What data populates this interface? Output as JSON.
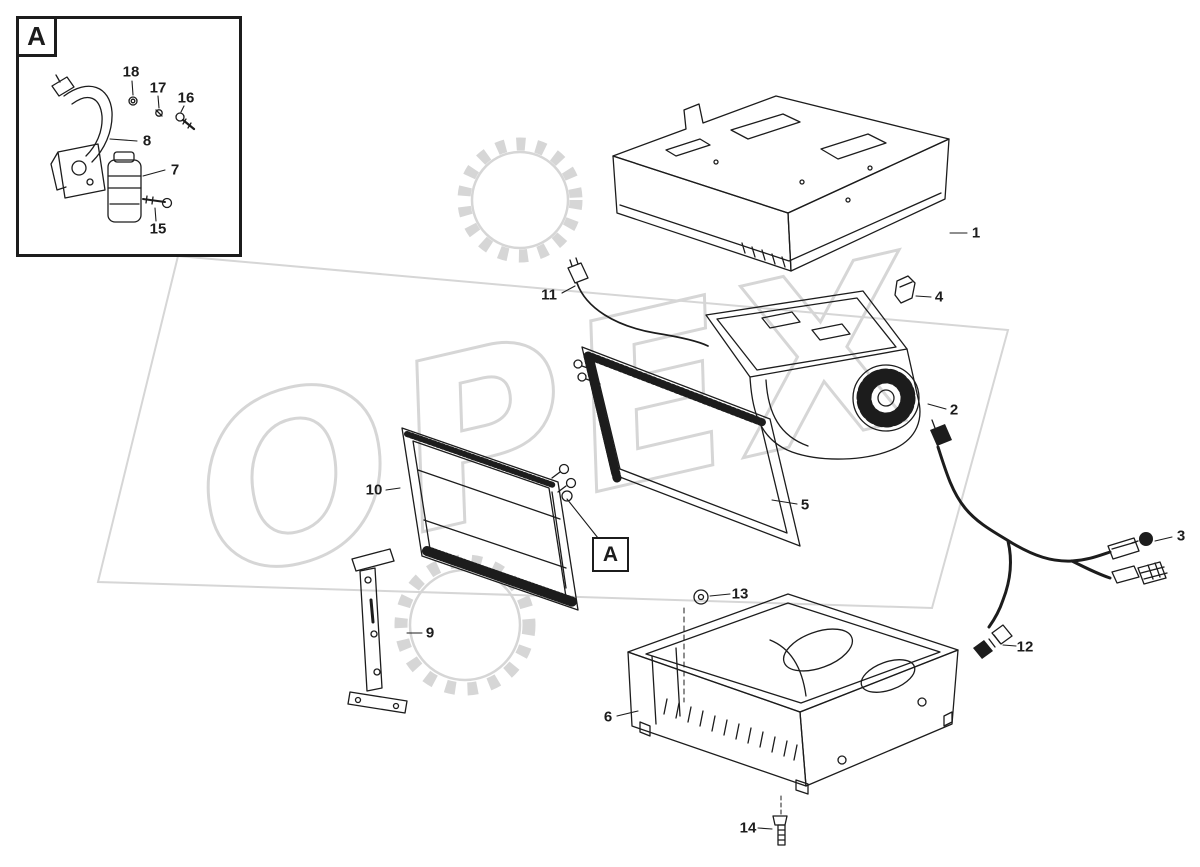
{
  "diagram": {
    "watermark": "OPEX",
    "detail_marker": "A",
    "section_marker": "A",
    "colors": {
      "line": "#1c1c1c",
      "watermark": "#d6d6d6",
      "background": "#ffffff"
    },
    "callouts": [
      "1",
      "2",
      "3",
      "4",
      "5",
      "6",
      "9",
      "10",
      "11",
      "12",
      "13",
      "14"
    ],
    "detail_callouts": [
      "7",
      "8",
      "15",
      "16",
      "17",
      "18"
    ]
  }
}
